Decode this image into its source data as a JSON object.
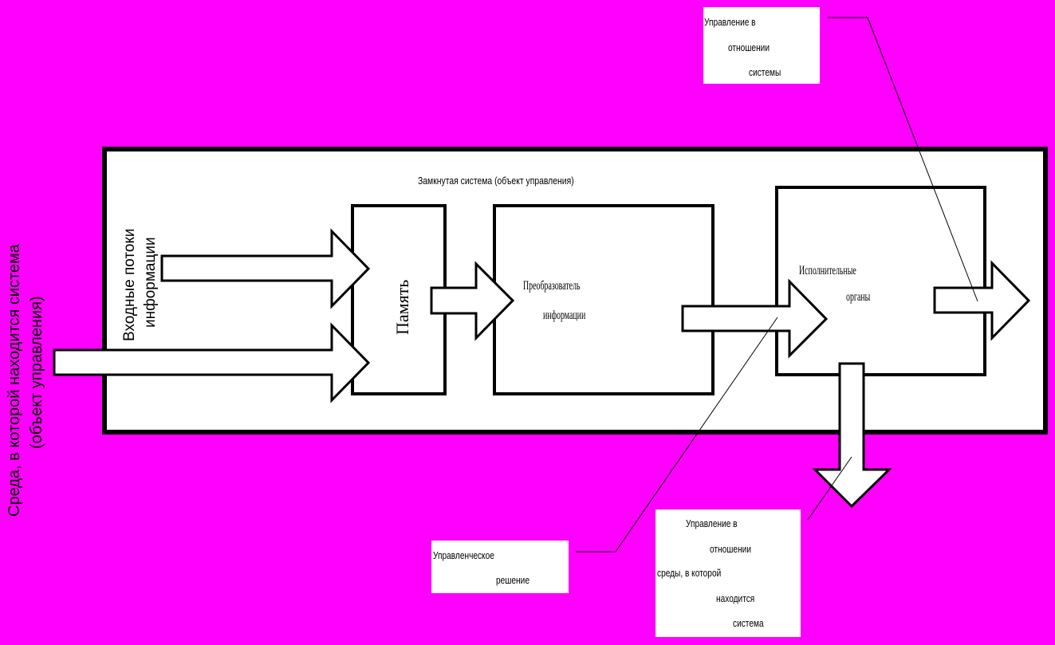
{
  "colors": {
    "background": "#ff00ff",
    "box_fill": "#ffffff",
    "stroke": "#000000"
  },
  "diagram": {
    "environment_label": {
      "line1": "Среда, в которой находится система",
      "line2": "(объект управления)"
    },
    "system_label": "Замкнутая система (объект управления)",
    "input_label": {
      "line1": "Входные потоки",
      "line2": "информации"
    },
    "memory_block": {
      "label": "Память"
    },
    "converter_block": {
      "line1": "Преобразователь",
      "line2": "информации"
    },
    "actuators_block": {
      "line1": "Исполнительные",
      "line2": "органы"
    },
    "note_system_control": {
      "line1": "Управление в",
      "line2": "отношении",
      "line3": "системы"
    },
    "note_decision": {
      "line1": "Управленческое",
      "line2": "решение"
    },
    "note_env_control": {
      "line1": "Управление в",
      "line2": "отношении",
      "line3": "среды, в которой",
      "line4": "находится",
      "line5": "система"
    }
  }
}
